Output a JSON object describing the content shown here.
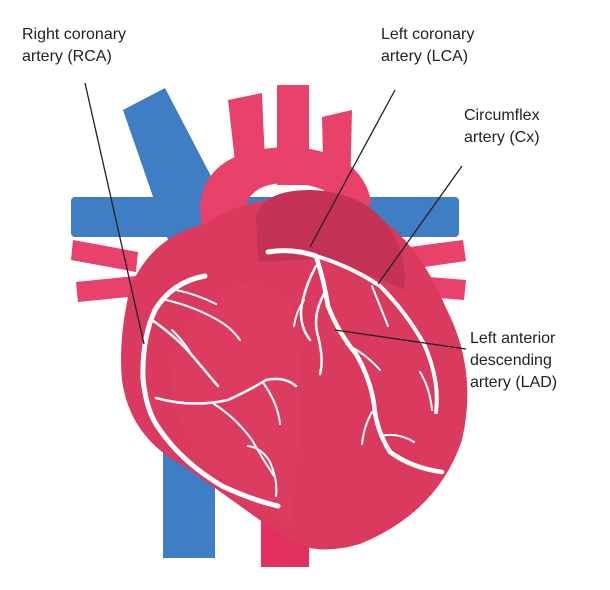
{
  "labels": {
    "rca": {
      "line1": "Right coronary",
      "line2": "artery (RCA)"
    },
    "lca": {
      "line1": "Left coronary",
      "line2": "artery (LCA)"
    },
    "cx": {
      "line1": "Circumflex",
      "line2": "artery (Cx)"
    },
    "lad": {
      "line1": "Left anterior",
      "line2": "descending",
      "line3": "artery (LAD)"
    }
  },
  "colors": {
    "vein": "#3f7ec4",
    "artery": "#e8416a",
    "heart": "#d93a5e",
    "heart_shade": "#c43355",
    "lower_vessel": "#e32f5c",
    "coronary": "#ffffff",
    "leader": "#222222"
  }
}
